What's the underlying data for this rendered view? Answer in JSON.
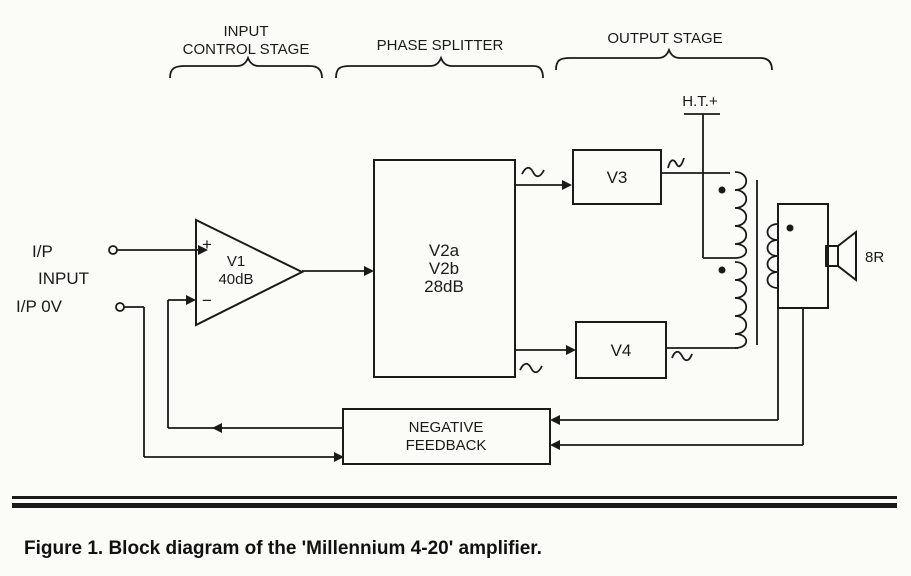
{
  "stages": {
    "input_line1": "INPUT",
    "input_line2": "CONTROL STAGE",
    "phase": "PHASE SPLITTER",
    "output": "OUTPUT STAGE"
  },
  "inputs": {
    "ip": "I/P",
    "input": "INPUT",
    "ip_0v": "I/P 0V"
  },
  "amp": {
    "name": "V1",
    "gain": "40dB",
    "plus": "+",
    "minus": "−"
  },
  "splitter": {
    "line1": "V2a",
    "line2": "V2b",
    "line3": "28dB"
  },
  "output_valves": {
    "top": "V3",
    "bottom": "V4"
  },
  "ht": "H.T.+",
  "speaker": "8R",
  "feedback": {
    "line1": "NEGATIVE",
    "line2": "FEEDBACK"
  },
  "caption": "Figure 1. Block diagram of the 'Millennium 4-20' amplifier."
}
